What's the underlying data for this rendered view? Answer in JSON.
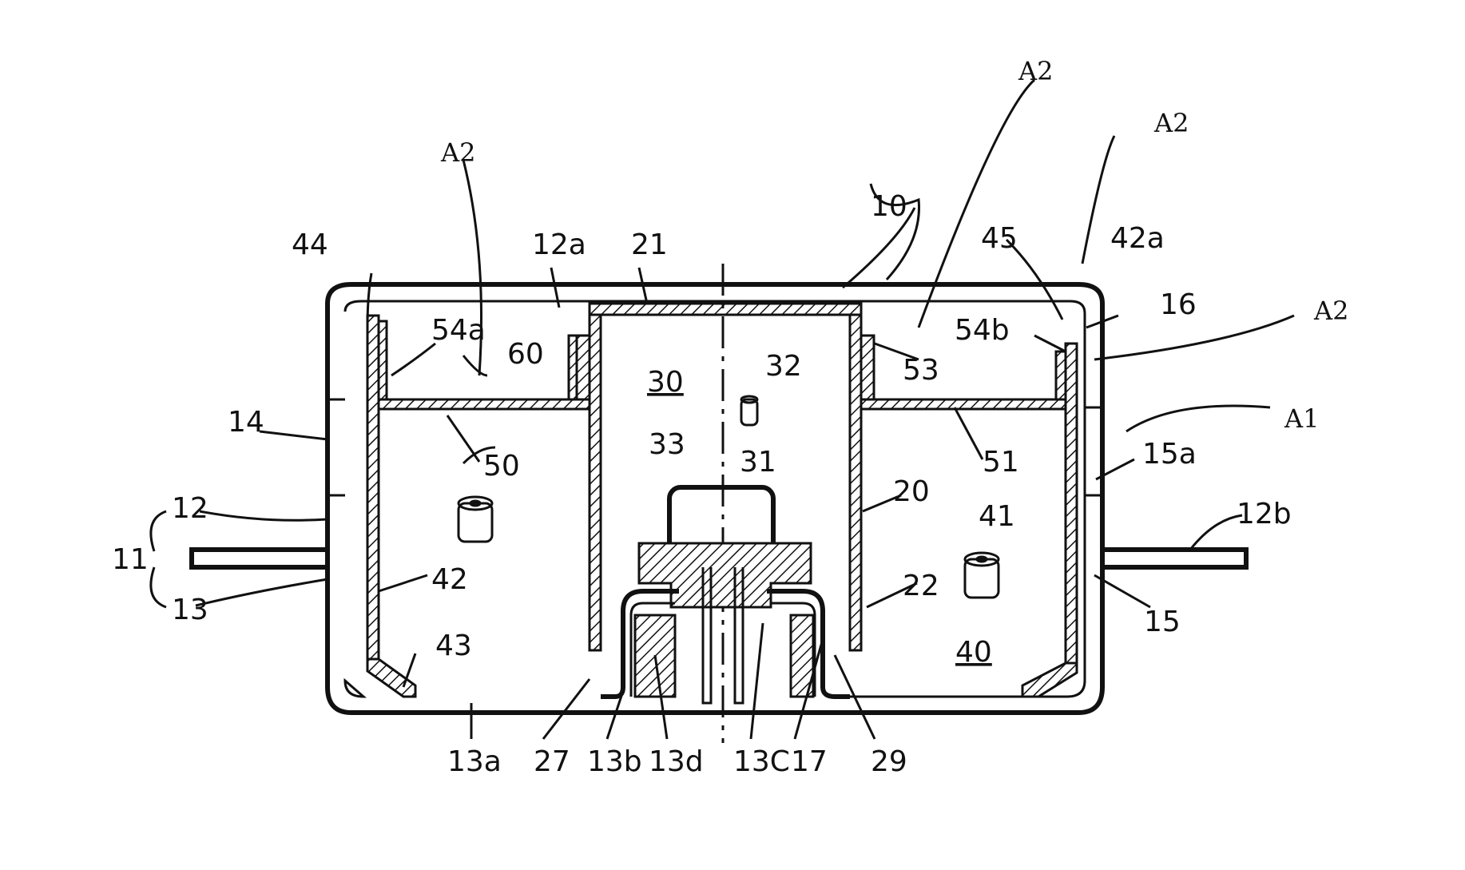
{
  "labels": {
    "l10": "10",
    "l11": "11",
    "l12": "12",
    "l13": "13",
    "l14": "14",
    "l15": "15",
    "l15a": "15a",
    "l16": "16",
    "l17": "17",
    "l20": "20",
    "l21": "21",
    "l22": "22",
    "l27": "27",
    "l29": "29",
    "l30": "30",
    "l31": "31",
    "l32": "32",
    "l33": "33",
    "l40": "40",
    "l41": "41",
    "l42": "42",
    "l42a": "42a",
    "l43": "43",
    "l44": "44",
    "l45": "45",
    "l50": "50",
    "l51": "51",
    "l53": "53",
    "l54a": "54a",
    "l54b": "54b",
    "l60": "60",
    "l12a": "12a",
    "l12b": "12b",
    "l13a": "13a",
    "l13b": "13b",
    "l13c": "13C",
    "l13d": "13d",
    "a2_left": "A2",
    "a2_topright": "A2",
    "a2_right1": "A2",
    "a2_right2": "A2",
    "a1": "A1"
  }
}
